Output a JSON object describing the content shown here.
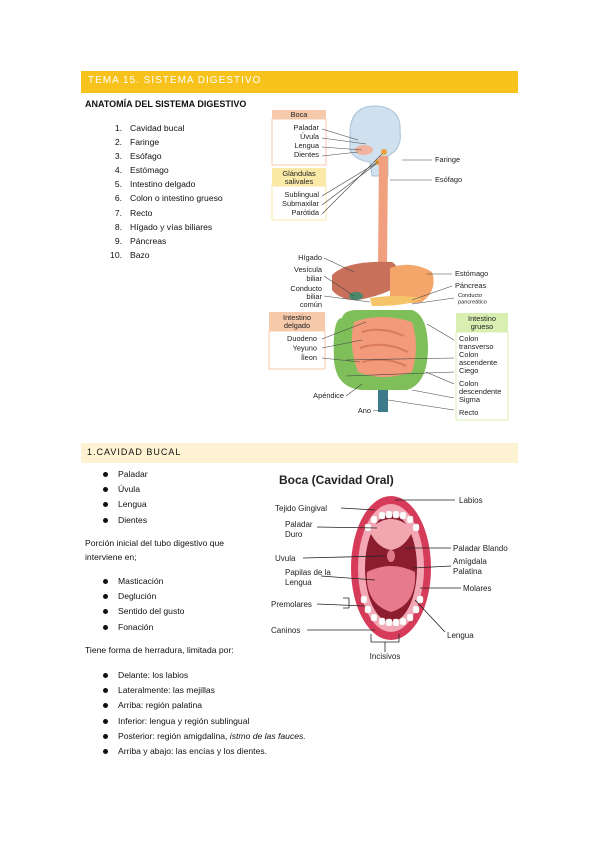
{
  "section1": {
    "title": "TEMA 15. SISTEMA DIGESTIVO",
    "heading": "ANATOMÍA DEL SISTEMA DIGESTIVO",
    "items": [
      {
        "n": "1.",
        "t": "Cavidad bucal"
      },
      {
        "n": "2.",
        "t": "Faringe"
      },
      {
        "n": "3.",
        "t": "Esófago"
      },
      {
        "n": "4.",
        "t": "Estómago"
      },
      {
        "n": "5.",
        "t": "Intestino delgado"
      },
      {
        "n": "6.",
        "t": "Colon o intestino grueso"
      },
      {
        "n": "7.",
        "t": "Recto"
      },
      {
        "n": "8.",
        "t": "Hígado y vías biliares"
      },
      {
        "n": "9.",
        "t": "Páncreas"
      },
      {
        "n": "10.",
        "t": "Bazo"
      }
    ]
  },
  "fig1": {
    "boca": "Boca",
    "boca_parts": [
      "Paladar",
      "Úvula",
      "Lengua",
      "Dientes"
    ],
    "glandulas": [
      "Glándulas",
      "salivales"
    ],
    "glandulas_parts": [
      "Sublingual",
      "Submaxilar",
      "Parótida"
    ],
    "faringe": "Faringe",
    "esofago": "Esófago",
    "higado": "Hígado",
    "vesicula": [
      "Vesícula",
      "biliar"
    ],
    "conducto_biliar": [
      "Conducto",
      "biliar",
      "común"
    ],
    "delgado": [
      "Intestino",
      "delgado"
    ],
    "delgado_parts": [
      "Duodeno",
      "Yeyuno",
      "Íleon"
    ],
    "apendice": "Apéndice",
    "ano": "Ano",
    "estomago": "Estómago",
    "pancreas": "Páncreas",
    "conducto_pancreatico": [
      "Conducto",
      "pancreático"
    ],
    "grueso": [
      "Intestino",
      "grueso"
    ],
    "grueso_parts": [
      [
        "Colon",
        "transverso"
      ],
      [
        "Colon",
        "ascendente"
      ],
      [
        "Ciego"
      ],
      [
        "Colon",
        "descendente"
      ],
      [
        "Sigma"
      ],
      [
        "Recto"
      ]
    ]
  },
  "section2": {
    "title": "1.CAVIDAD BUCAL",
    "bullets1": [
      "Paladar",
      "Úvula",
      "Lengua",
      "Dientes"
    ],
    "para1": [
      "Porción inicial del tubo digestivo que",
      "interviene en;"
    ],
    "bullets2": [
      "Masticación",
      "Deglución",
      "Sentido del gusto",
      "Fonación"
    ],
    "para2": "Tiene forma de herradura, limitada por:",
    "bullets3": [
      "Delante: los labios",
      "Lateralmente: las mejillas",
      "Arriba: región palatina",
      "Inferior: lengua y región sublingual",
      "Posterior: región amigdalina, ",
      "Arriba y abajo: las encías y los dientes."
    ],
    "posterior_italic": "istmo de las fauces."
  },
  "fig2": {
    "title": "Boca (Cavidad Oral)",
    "labios": "Labios",
    "tejido": "Tejido Gingival",
    "paladar_duro": [
      "Paladar",
      "Duro"
    ],
    "uvula": "Uvula",
    "papilas": [
      "Papilas de la",
      "Lengua"
    ],
    "premolares": "Premolares",
    "caninos": "Caninos",
    "incisivos": "Incisivos",
    "paladar_blando": "Paladar Blando",
    "amigdala": [
      "Amígdala",
      "Palatina"
    ],
    "molares": "Molares",
    "lengua": "Lengua"
  },
  "colors": {
    "banner": "#f6c21b",
    "banner2": "#fdf2d2",
    "boca_box": "#f7c9ab",
    "glandulas_box": "#fbe9a8",
    "delgado_box": "#f7c9ab",
    "grueso_box": "#d9efb2"
  }
}
